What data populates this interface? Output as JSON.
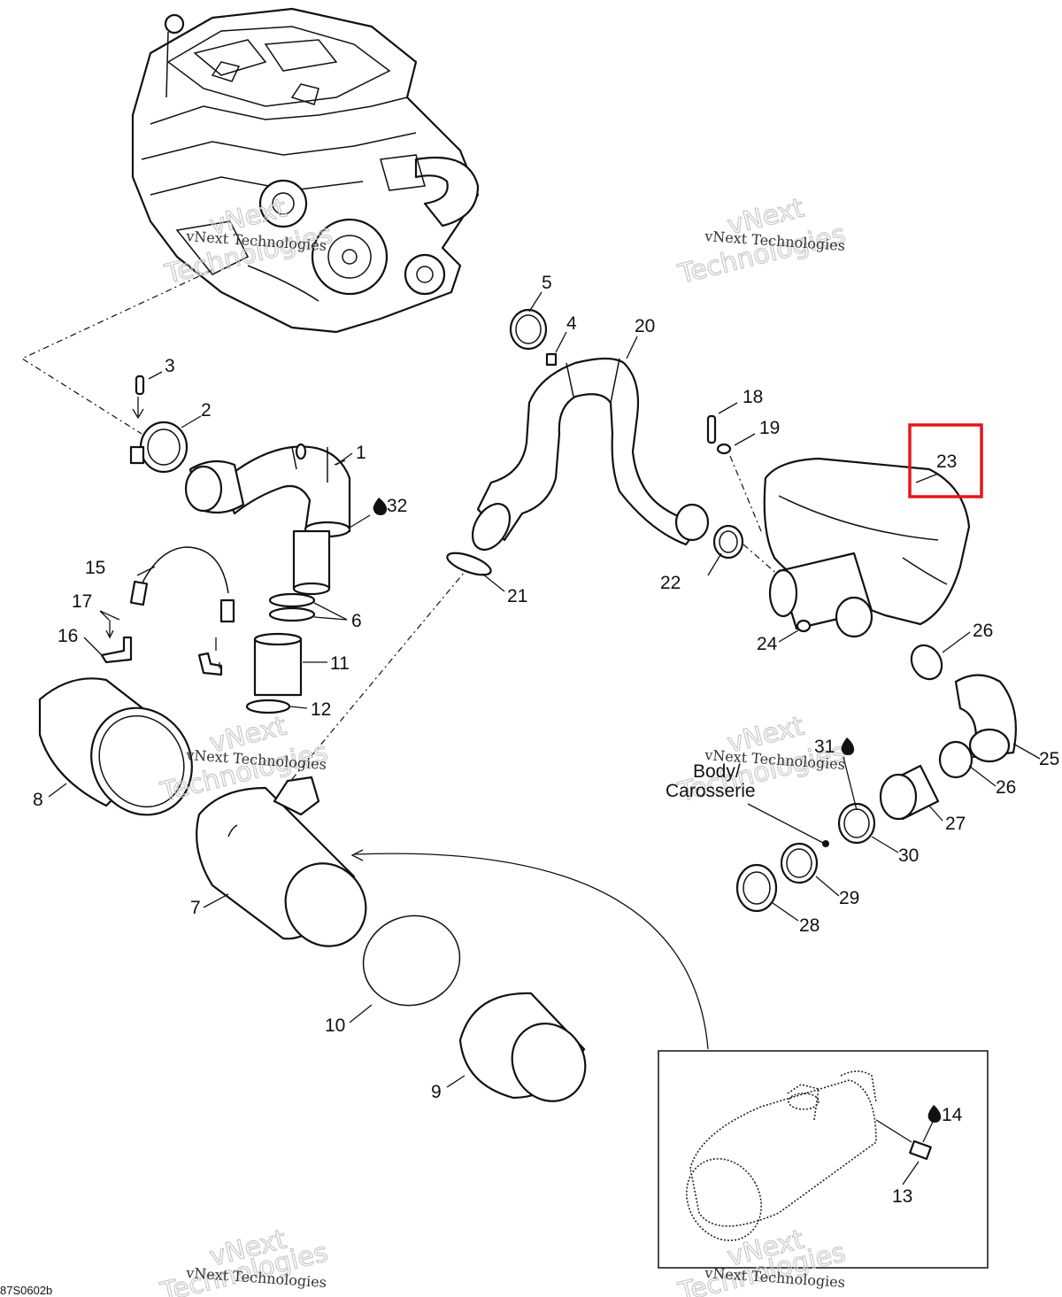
{
  "figure_code": "87S0602b",
  "watermark": {
    "line1": "vNext",
    "line2": "Technologies",
    "caption": "vNext Technologies"
  },
  "body_label": {
    "line1": "Body/",
    "line2": "Carosserie"
  },
  "highlight": {
    "label": "23",
    "color": "#e8141b"
  },
  "callouts": {
    "c1": "1",
    "c2": "2",
    "c3": "3",
    "c4": "4",
    "c5": "5",
    "c6": "6",
    "c7": "7",
    "c8": "8",
    "c9": "9",
    "c10": "10",
    "c11": "11",
    "c12": "12",
    "c13": "13",
    "c14": "14",
    "c15": "15",
    "c16": "16",
    "c17": "17",
    "c18": "18",
    "c19": "19",
    "c20": "20",
    "c21": "21",
    "c22": "22",
    "c24": "24",
    "c25": "25",
    "c26a": "26",
    "c26b": "26",
    "c27": "27",
    "c28": "28",
    "c29": "29",
    "c30": "30",
    "c31": "31",
    "c32": "32"
  },
  "icons": {
    "oil_drop": "oil-drop-icon"
  }
}
